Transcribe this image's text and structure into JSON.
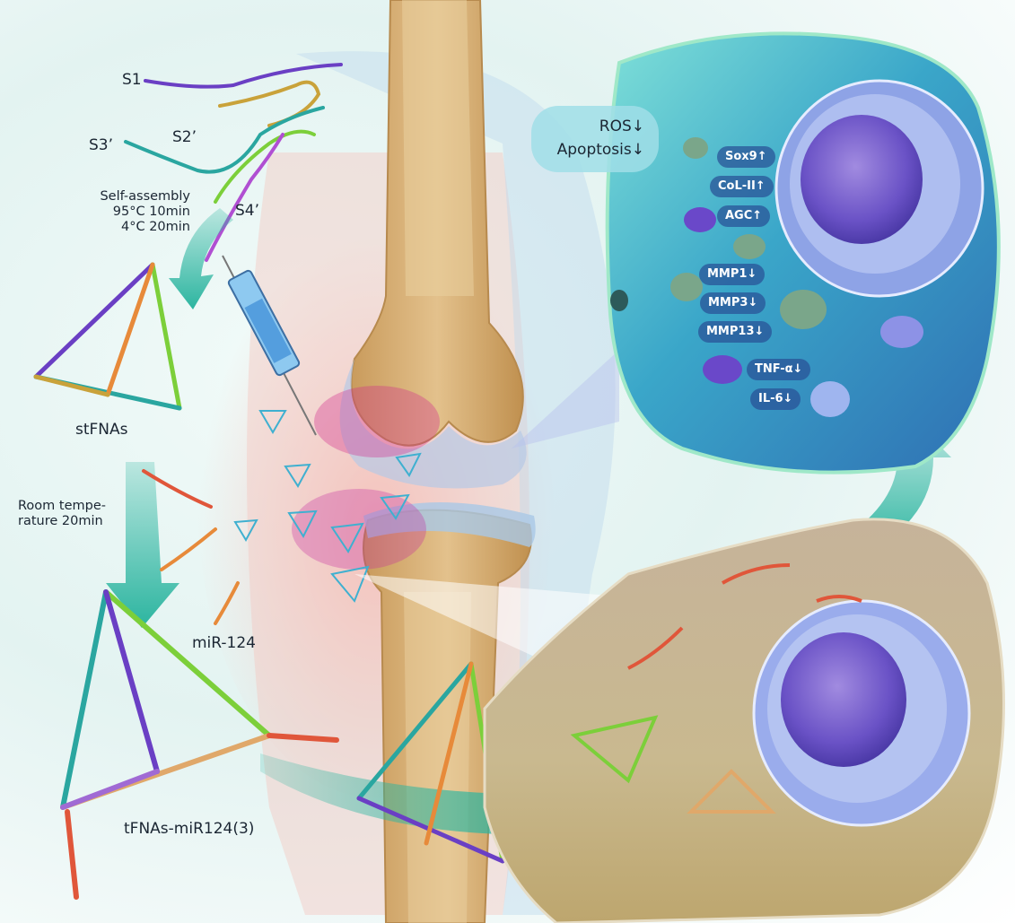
{
  "strands": {
    "s1": "S1",
    "s2": "S2’",
    "s3": "S3’",
    "s4": "S4’"
  },
  "self_assembly": {
    "line1": "Self-assembly",
    "line2": "95°C 10min",
    "line3": "4°C 20min"
  },
  "stfnas_label": "stFNAs",
  "room_temp": {
    "line1": "Room tempe-",
    "line2": "rature 20min"
  },
  "mir_label": "miR-124",
  "tfnas_label": "tFNAs-miR124(3)",
  "effects": {
    "ros": "ROS↓",
    "apoptosis": "Apoptosis↓"
  },
  "markers": {
    "sox9": "Sox9↑",
    "col2": "CoL-II↑",
    "agc": "AGC↑",
    "mmp1": "MMP1↓",
    "mmp3": "MMP3↓",
    "mmp13": "MMP13↓",
    "tnfa": "TNF-α↓",
    "il6": "IL-6↓"
  },
  "colors": {
    "arrow": "#2cb5a0",
    "dna_purple": "#6a3fc4",
    "dna_green": "#7ccf3a",
    "dna_teal": "#2aa6a0",
    "dna_orange": "#e78a3a",
    "pill_bg": "#2c5096",
    "bone": "#d9b47a"
  }
}
